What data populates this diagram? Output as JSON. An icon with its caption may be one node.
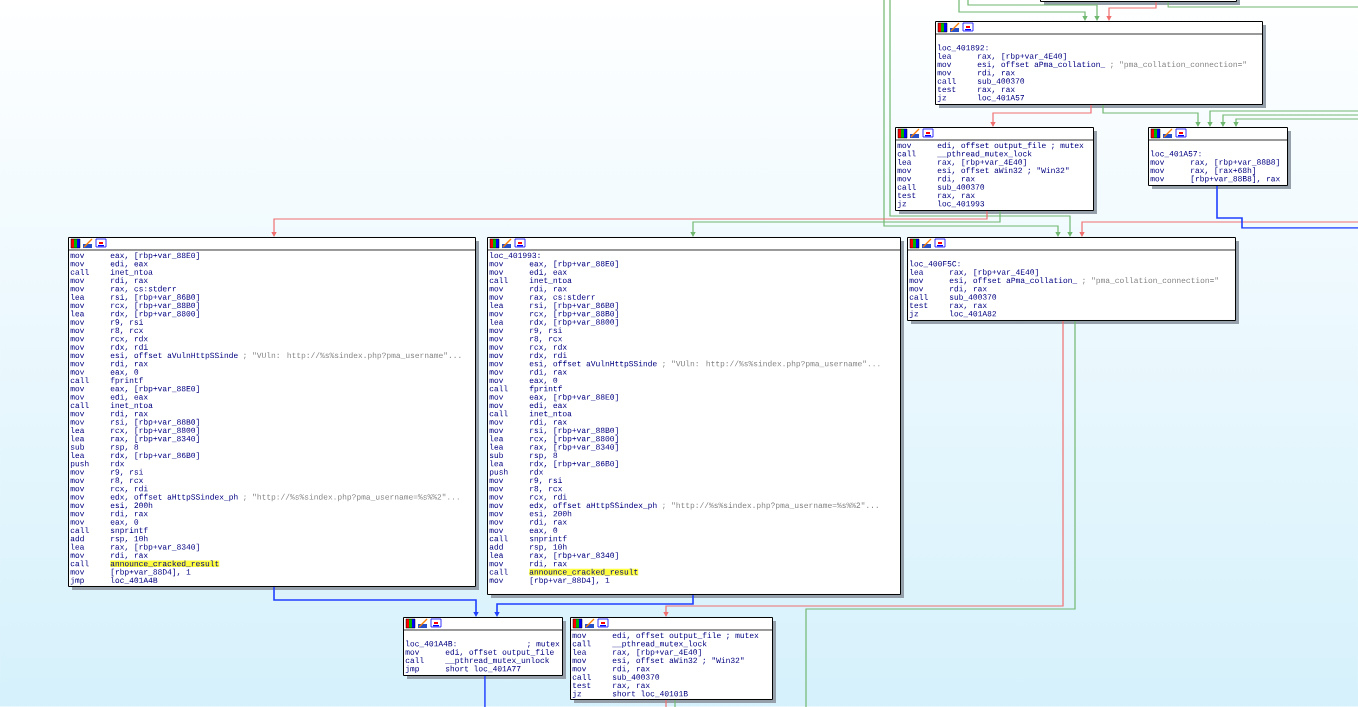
{
  "diagram": {
    "nodes": [
      {
        "text": [],
        "shape": "box"
      },
      {
        "text": [
          "loc_401892:",
          "lea",
          "rax, [rbp+var_4E40]",
          "mov",
          "esi, offset aPma_collation_",
          "; \"pma_collation_connection=\"",
          "mov",
          "rdi, rax",
          "call",
          "sub_400370",
          "test",
          "rax, rax",
          "jz",
          "loc_401A57"
        ]
      },
      {
        "text": [
          "mov",
          "edi, offset output_file",
          "; mutex",
          "call",
          "__pthread_mutex_lock",
          "lea",
          "rax, [rbp+var_4E40]",
          "mov",
          "esi, offset aWin32",
          "; \"Win32\"",
          "mov",
          "rdi, rax",
          "call",
          "sub_400370",
          "test",
          "rax, rax",
          "jz",
          "loc_401993"
        ]
      },
      {
        "text": [
          "loc_401A57:",
          "mov",
          "rax, [rbp+var_88B8]",
          "mov",
          "rax, [rax+68h]",
          "mov",
          "[rbp+var_88B8], rax"
        ]
      },
      {
        "text": [
          "mov",
          "eax, [rbp+var_88E0]",
          "mov",
          "edi, eax",
          "call",
          "inet_ntoa",
          "mov",
          "rdi, rax",
          "mov",
          "rax, cs:stderr",
          "lea",
          "rsi, [rbp+var_86B0]",
          "mov",
          "rcx, [rbp+var_88B0]",
          "lea",
          "rdx, [rbp+var_8800]",
          "mov",
          "r9, rsi",
          "mov",
          "r8, rcx",
          "mov",
          "rcx, rdx",
          "mov",
          "rdx, rdi",
          "mov",
          "esi, offset aVulnHttpSSinde",
          "; \"VUln: http://%s%sindex.php?pma_username\"...",
          "mov",
          "rdi, rax",
          "mov",
          "eax, 0",
          "call",
          "fprintf",
          "mov",
          "eax, [rbp+var_88E0]",
          "mov",
          "edi, eax",
          "call",
          "inet_ntoa",
          "mov",
          "rdi, rax",
          "mov",
          "rsi, [rbp+var_88B0]",
          "lea",
          "rcx, [rbp+var_8800]",
          "lea",
          "rax, [rbp+var_8340]",
          "sub",
          "rsp, 8",
          "lea",
          "rdx, [rbp+var_86B0]",
          "push",
          "rdx",
          "mov",
          "r9, rsi",
          "mov",
          "r8, rcx",
          "mov",
          "rcx, rdi",
          "mov",
          "edx, offset aHttpSSindex_ph",
          "; \"http://%s%sindex.php?pma_username=%s%%2\"...",
          "mov",
          "esi, 200h",
          "mov",
          "rdi, rax",
          "mov",
          "eax, 0",
          "call",
          "snprintf",
          "add",
          "rsp, 10h",
          "lea",
          "rax, [rbp+var_8340]",
          "mov",
          "rdi, rax",
          "call",
          "announce_cracked_result",
          "mov",
          "[rbp+var_88D4], 1",
          "jmp",
          "loc_401A4B"
        ]
      },
      {
        "text": [
          "loc_401993:",
          "mov",
          "eax, [rbp+var_88E0]",
          "mov",
          "edi, eax",
          "call",
          "inet_ntoa",
          "mov",
          "rdi, rax",
          "mov",
          "rax, cs:stderr",
          "lea",
          "rsi, [rbp+var_86B0]",
          "mov",
          "rcx, [rbp+var_88B0]",
          "lea",
          "rdx, [rbp+var_8800]",
          "mov",
          "r9, rsi",
          "mov",
          "r8, rcx",
          "mov",
          "rcx, rdx",
          "mov",
          "rdx, rdi",
          "mov",
          "esi, offset aVulnHttpSSinde",
          "; \"VUln: http://%s%sindex.php?pma_username\"...",
          "mov",
          "rdi, rax",
          "mov",
          "eax, 0",
          "call",
          "fprintf",
          "mov",
          "eax, [rbp+var_88E0]",
          "mov",
          "edi, eax",
          "call",
          "inet_ntoa",
          "mov",
          "rdi, rax",
          "mov",
          "rsi, [rbp+var_88B0]",
          "lea",
          "rcx, [rbp+var_8800]",
          "lea",
          "rax, [rbp+var_8340]",
          "sub",
          "rsp, 8",
          "lea",
          "rdx, [rbp+var_86B0]",
          "push",
          "rdx",
          "mov",
          "r9, rsi",
          "mov",
          "r8, rcx",
          "mov",
          "rcx, rdi",
          "mov",
          "edx, offset aHttpSSindex_ph",
          "; \"http://%s%sindex.php?pma_username=%s%%2\"...",
          "mov",
          "esi, 200h",
          "mov",
          "rdi, rax",
          "mov",
          "eax, 0",
          "call",
          "snprintf",
          "add",
          "rsp, 10h",
          "lea",
          "rax, [rbp+var_8340]",
          "mov",
          "rdi, rax",
          "call",
          "announce_cracked_result",
          "mov",
          "[rbp+var_88D4], 1"
        ]
      },
      {
        "text": [
          "loc_400F5C:",
          "lea",
          "rax, [rbp+var_4E40]",
          "mov",
          "esi, offset aPma_collation_",
          "; \"pma_collation_connection=\"",
          "mov",
          "rdi, rax",
          "call",
          "sub_400370",
          "test",
          "rax, rax",
          "jz",
          "loc_401A82"
        ]
      },
      {
        "text": [
          "loc_401A4B:",
          "; mutex",
          "mov",
          "edi, offset output_file",
          "call",
          "__pthread_mutex_unlock",
          "jmp",
          "short loc_401A77"
        ]
      },
      {
        "text": [
          "mov",
          "edi, offset output_file",
          "; mutex",
          "call",
          "__pthread_mutex_lock",
          "lea",
          "rax, [rbp+var_4E40]",
          "mov",
          "esi, offset aWin32",
          "; \"Win32\"",
          "mov",
          "rdi, rax",
          "call",
          "sub_400370",
          "test",
          "rax, rax",
          "jz",
          "short loc_40101B"
        ]
      }
    ],
    "edges": [
      {
        "from": 0,
        "to": 1,
        "arrow": "to",
        "color": "#f07070"
      },
      {
        "from": null,
        "to": 1,
        "arrow": "to"
      },
      {
        "from": null,
        "to": 1,
        "arrow": "to"
      },
      {
        "from": null,
        "to": 6,
        "arrow": "to"
      },
      {
        "from": null,
        "to": 6,
        "arrow": "to"
      },
      {
        "from": null,
        "to": 6,
        "arrow": "to",
        "color": "#f07070"
      },
      {
        "from": 1,
        "to": 2,
        "arrow": "to",
        "color": "#f07070"
      },
      {
        "from": 1,
        "to": 3,
        "arrow": "to"
      },
      {
        "from": null,
        "to": 3,
        "arrow": "to"
      },
      {
        "from": null,
        "to": 3,
        "arrow": "to"
      },
      {
        "from": null,
        "to": 3,
        "arrow": "to"
      },
      {
        "from": 3,
        "to": null,
        "arrow": "none",
        "color": "#2040ff"
      },
      {
        "from": 2,
        "to": 4,
        "arrow": "to",
        "color": "#f07070"
      },
      {
        "from": 2,
        "to": 5,
        "arrow": "to"
      },
      {
        "from": 0,
        "to": null,
        "arrow": "none"
      },
      {
        "from": 4,
        "to": 7,
        "arrow": "to",
        "color": "#2040ff"
      },
      {
        "from": 5,
        "to": 7,
        "arrow": "to",
        "color": "#2040ff"
      },
      {
        "from": 6,
        "to": 8,
        "arrow": "to",
        "color": "#f07070"
      },
      {
        "from": 6,
        "to": null,
        "arrow": "none"
      },
      {
        "from": 7,
        "to": null,
        "arrow": "none",
        "color": "#2040ff"
      },
      {
        "from": 8,
        "to": null,
        "arrow": "none",
        "color": "#f07070"
      },
      {
        "from": 8,
        "to": null,
        "arrow": "none"
      }
    ]
  }
}
